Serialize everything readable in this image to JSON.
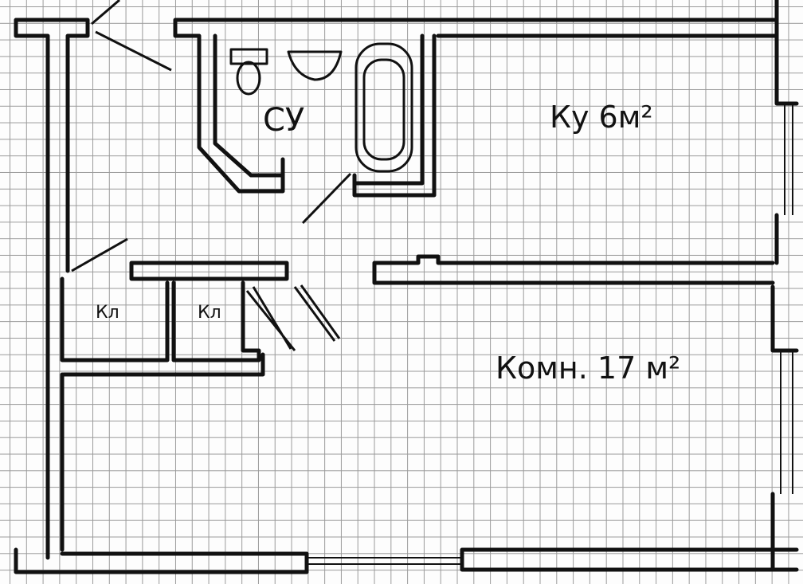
{
  "rooms": {
    "bathroom": {
      "label": "СУ"
    },
    "kitchen": {
      "label": "Ку 6м²"
    },
    "closet_1": {
      "label": "Кл"
    },
    "closet_2": {
      "label": "Кл"
    },
    "living_room": {
      "label": "Комн. 17 м²"
    }
  }
}
